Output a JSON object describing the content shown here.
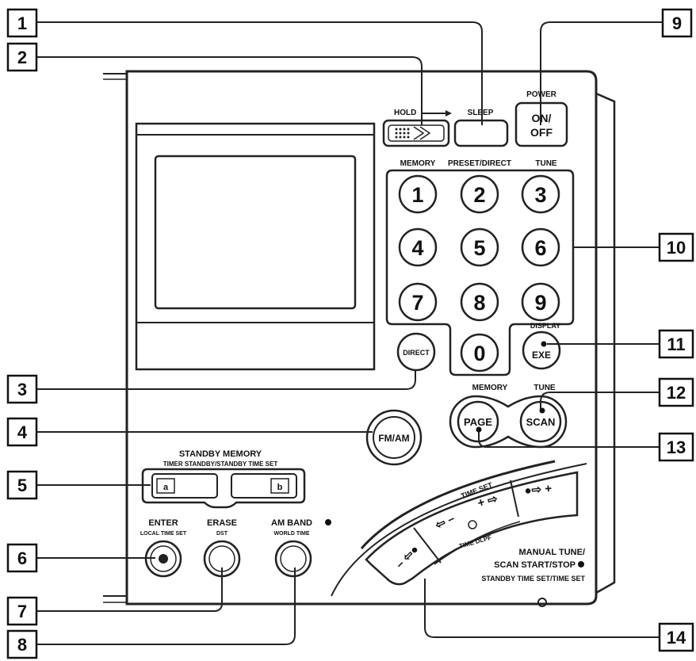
{
  "callouts": [
    "1",
    "2",
    "3",
    "4",
    "5",
    "6",
    "7",
    "8",
    "9",
    "10",
    "11",
    "12",
    "13",
    "14"
  ],
  "labels": {
    "hold": "HOLD",
    "sleep": "SLEEP",
    "power": "POWER",
    "on_off_1": "ON/",
    "on_off_2": "OFF",
    "memory": "MEMORY",
    "preset_direct": "PRESET/DIRECT",
    "tune": "TUNE",
    "direct": "DIRECT",
    "display": "DISPLAY",
    "exe": "EXE",
    "memory2": "MEMORY",
    "tune2": "TUNE",
    "page": "PAGE",
    "scan": "SCAN",
    "fm_am": "FM/AM",
    "standby_memory": "STANDBY  MEMORY",
    "timer_standby": "TIMER STANDBY/STANDBY TIME SET",
    "slot_a": "a",
    "slot_b": "b",
    "enter": "ENTER",
    "local_time_set": "LOCAL TIME SET",
    "erase": "ERASE",
    "dst": "DST",
    "am_band": "AM  BAND",
    "world_time": "WORLD  TIME",
    "time_set": "TIME SET",
    "time_dlpf": "TIME DLPF",
    "manual_tune": "MANUAL TUNE/",
    "scan_start_stop": "SCAN START/STOP",
    "standby_time_set": "STANDBY  TIME SET/TIME SET",
    "btn_minus_left": "– ⇦●",
    "btn_minus": "⇦ –",
    "btn_plus": "+ ⇨",
    "btn_plus_right": "●⇨ +"
  },
  "keypad": [
    "1",
    "2",
    "3",
    "4",
    "5",
    "6",
    "7",
    "8",
    "9",
    "0"
  ]
}
